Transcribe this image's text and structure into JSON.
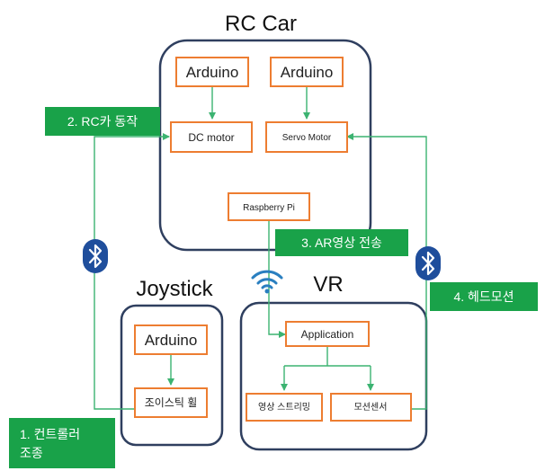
{
  "rc_car": {
    "title": "RC Car",
    "arduino_left": "Arduino",
    "arduino_right": "Arduino",
    "dc_motor": "DC motor",
    "servo_motor": "Servo Motor",
    "raspberry_pi": "Raspberry Pi"
  },
  "joystick": {
    "title": "Joystick",
    "arduino": "Arduino",
    "wheel": "조이스틱 휠"
  },
  "vr": {
    "title": "VR",
    "application": "Application",
    "video_streaming": "영상 스트리밍",
    "motion_sensor": "모션센서"
  },
  "labels": {
    "step1_line1": "1. 컨트롤러",
    "step1_line2": "조종",
    "step2": "2. RC카 동작",
    "step3": "3. AR영상 전송",
    "step4": "4. 헤드모션"
  },
  "icons": [
    "bluetooth-icon",
    "bluetooth-icon",
    "wifi-icon"
  ],
  "colors": {
    "container_border": "#2f3f5f",
    "box_border": "#ed7d31",
    "arrow": "#3cb371",
    "label_bg": "#19a249",
    "bluetooth_bg": "#1f4e9c"
  }
}
